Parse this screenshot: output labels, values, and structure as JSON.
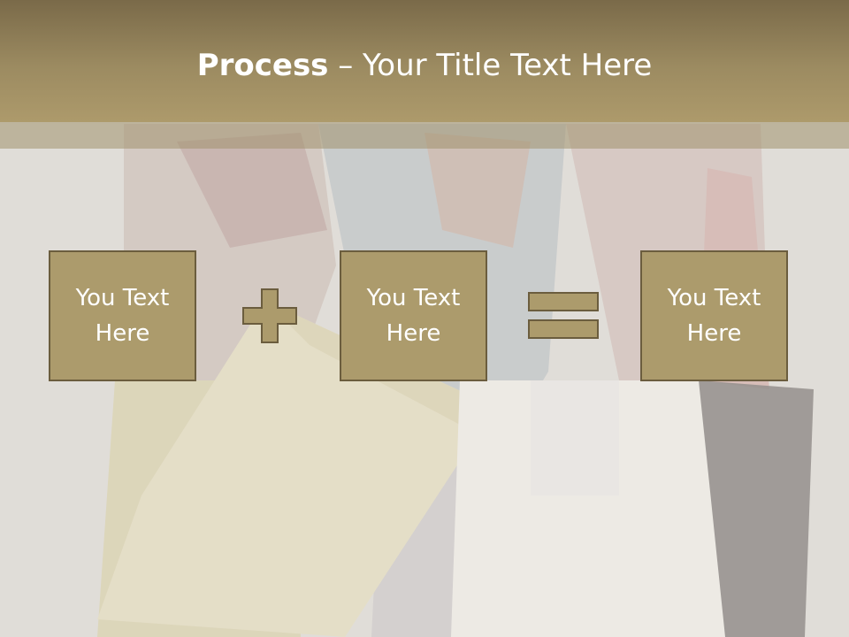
{
  "header": {
    "title_bold": "Process",
    "title_rest": " – Your Title Text Here"
  },
  "process": {
    "steps": [
      {
        "line1": "You Text",
        "line2": "Here"
      },
      {
        "line1": "You Text",
        "line2": "Here"
      },
      {
        "line1": "You Text",
        "line2": "Here"
      }
    ],
    "operators": [
      "plus-icon",
      "equals-icon"
    ]
  },
  "colors": {
    "accent": "#ac9b6c",
    "border": "#6b5d3e",
    "band": "#9c8b61",
    "text": "#ffffff"
  }
}
